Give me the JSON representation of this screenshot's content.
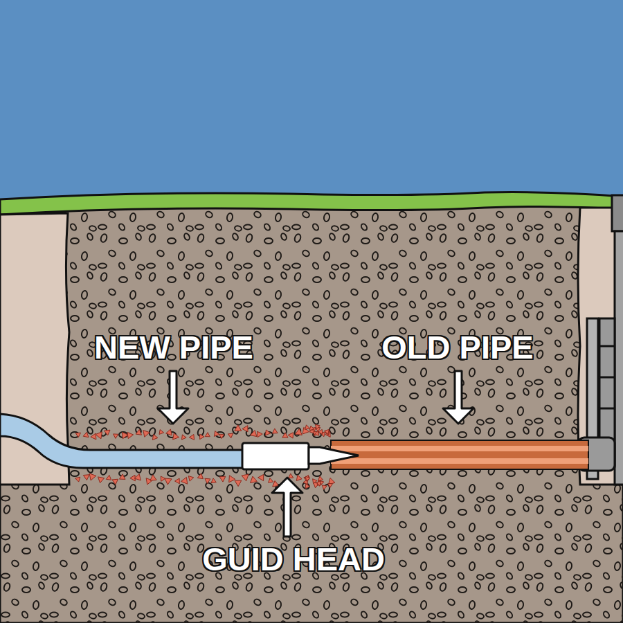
{
  "diagram": {
    "labels": [
      "NEW PIPE",
      "OLD PIPE",
      "GUID HEAD"
    ]
  }
}
